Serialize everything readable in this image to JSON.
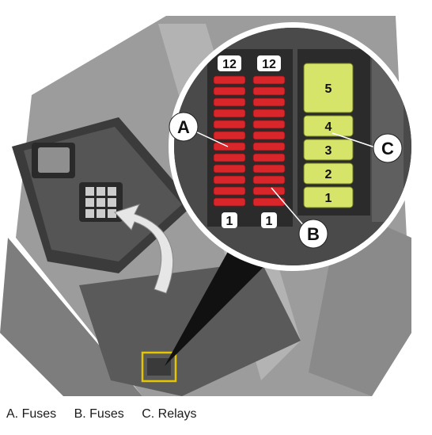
{
  "callouts": {
    "fuses_a": {
      "letter": "A"
    },
    "fuses_b": {
      "letter": "B"
    },
    "relays_c": {
      "letter": "C"
    }
  },
  "fuse_column_a": {
    "top_label": "12",
    "bottom_label": "1"
  },
  "fuse_column_b": {
    "top_label": "12",
    "bottom_label": "1"
  },
  "relays": [
    {
      "label": "5"
    },
    {
      "label": "4"
    },
    {
      "label": "3"
    },
    {
      "label": "2"
    },
    {
      "label": "1"
    }
  ],
  "legend": {
    "a": "A. Fuses",
    "b": "B. Fuses",
    "c": "C. Relays"
  },
  "colors": {
    "fuse_red": "#d8262b",
    "relay_yellow": "#d7e46a",
    "panel_dark": "#2b2b2b",
    "callout_bg": "#ffffff"
  }
}
